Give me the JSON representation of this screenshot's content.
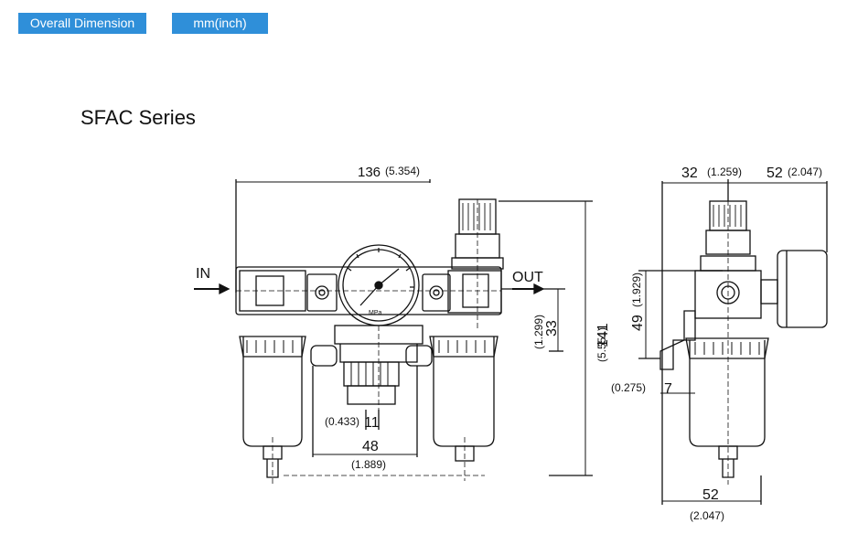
{
  "header": {
    "section_label": "Overall Dimension",
    "unit_label": "mm(inch)"
  },
  "title": "SFAC Series",
  "ports": {
    "in": "IN",
    "out": "OUT"
  },
  "gauge": {
    "unit": "MPa"
  },
  "front_view": {
    "total_width": "136",
    "total_width_in": "(5.354)",
    "total_height": "141",
    "total_height_in": "(5.551)",
    "out_height": "33",
    "out_height_in": "(1.299)",
    "regulator_offset": "11",
    "regulator_offset_in": "(0.433)",
    "center_distance": "48",
    "center_distance_in": "(1.889)"
  },
  "side_view": {
    "top_left": "32",
    "top_left_in": "(1.259)",
    "top_right": "52",
    "top_right_in": "(2.047)",
    "port_height": "49",
    "port_height_in": "(1.929)",
    "bracket_offset": "7",
    "bracket_offset_in": "(0.275)",
    "bottom_width": "52",
    "bottom_width_in": "(2.047)"
  },
  "colors": {
    "tag_bg": "#2f8fd9",
    "tag_text": "#ffffff",
    "line": "#111111"
  }
}
